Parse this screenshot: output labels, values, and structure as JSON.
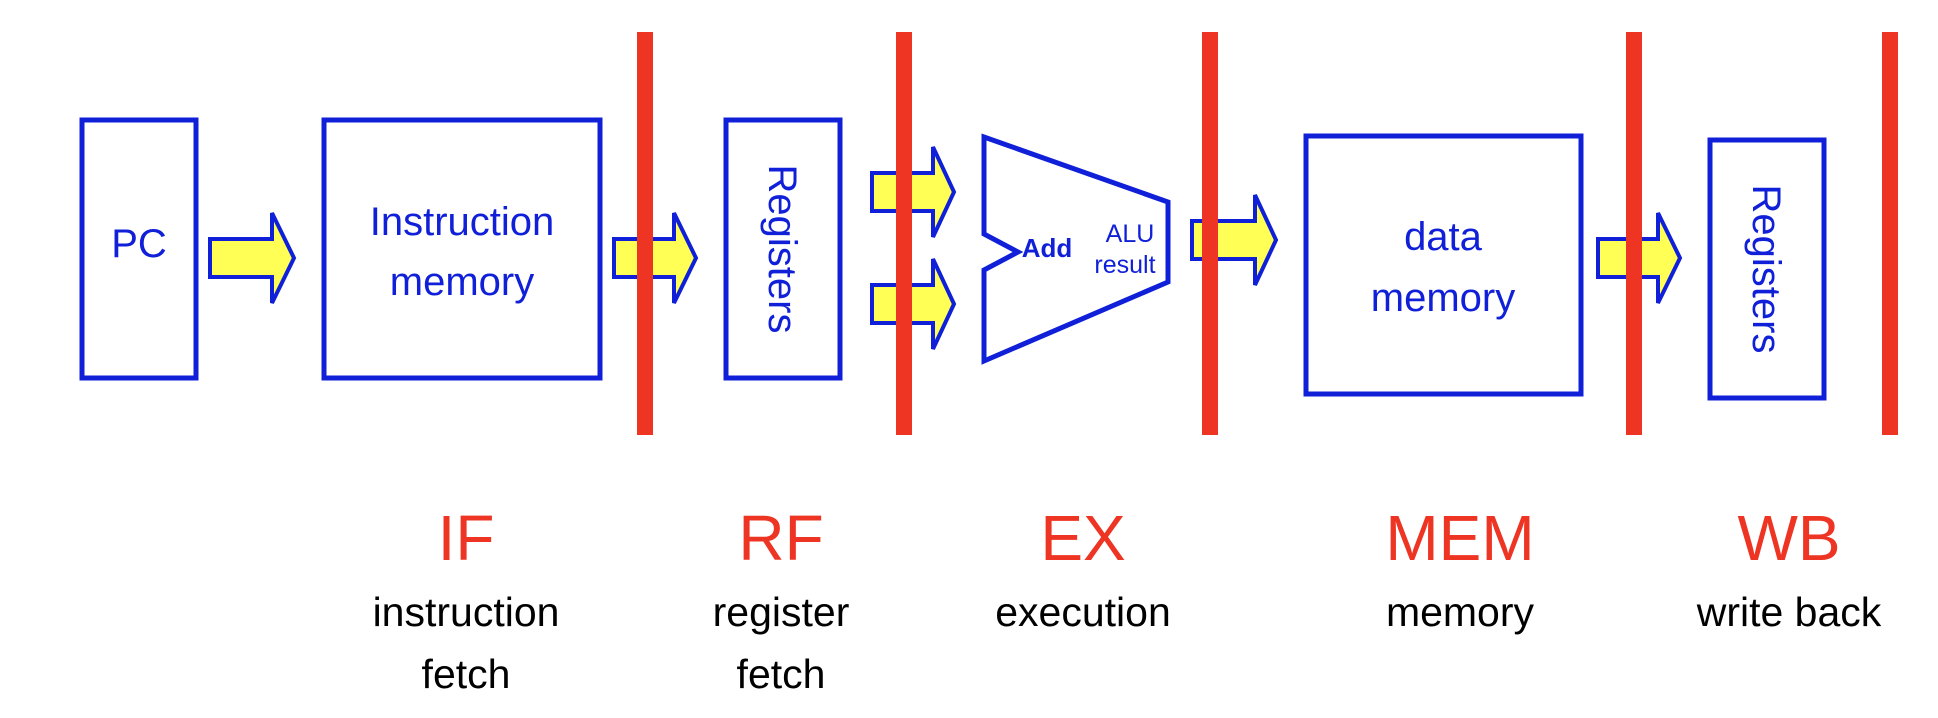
{
  "colors": {
    "box_stroke": "#1020d8",
    "text_blue": "#1020d8",
    "pipeline_register": "#ee3524",
    "arrow_fill": "#ffff55",
    "stage_abbr": "#ee3524",
    "stage_desc": "#000000"
  },
  "boxes": {
    "pc": "PC",
    "imem_line1": "Instruction",
    "imem_line2": "memory",
    "registers_read": "Registers",
    "alu_add": "Add",
    "alu_result_line1": "ALU",
    "alu_result_line2": "result",
    "dmem_line1": "data",
    "dmem_line2": "memory",
    "registers_write": "Registers"
  },
  "stages": [
    {
      "abbr": "IF",
      "desc_line1": "instruction",
      "desc_line2": "fetch"
    },
    {
      "abbr": "RF",
      "desc_line1": "register",
      "desc_line2": "fetch"
    },
    {
      "abbr": "EX",
      "desc_line1": "execution",
      "desc_line2": ""
    },
    {
      "abbr": "MEM",
      "desc_line1": "memory",
      "desc_line2": ""
    },
    {
      "abbr": "WB",
      "desc_line1": "write back",
      "desc_line2": ""
    }
  ]
}
